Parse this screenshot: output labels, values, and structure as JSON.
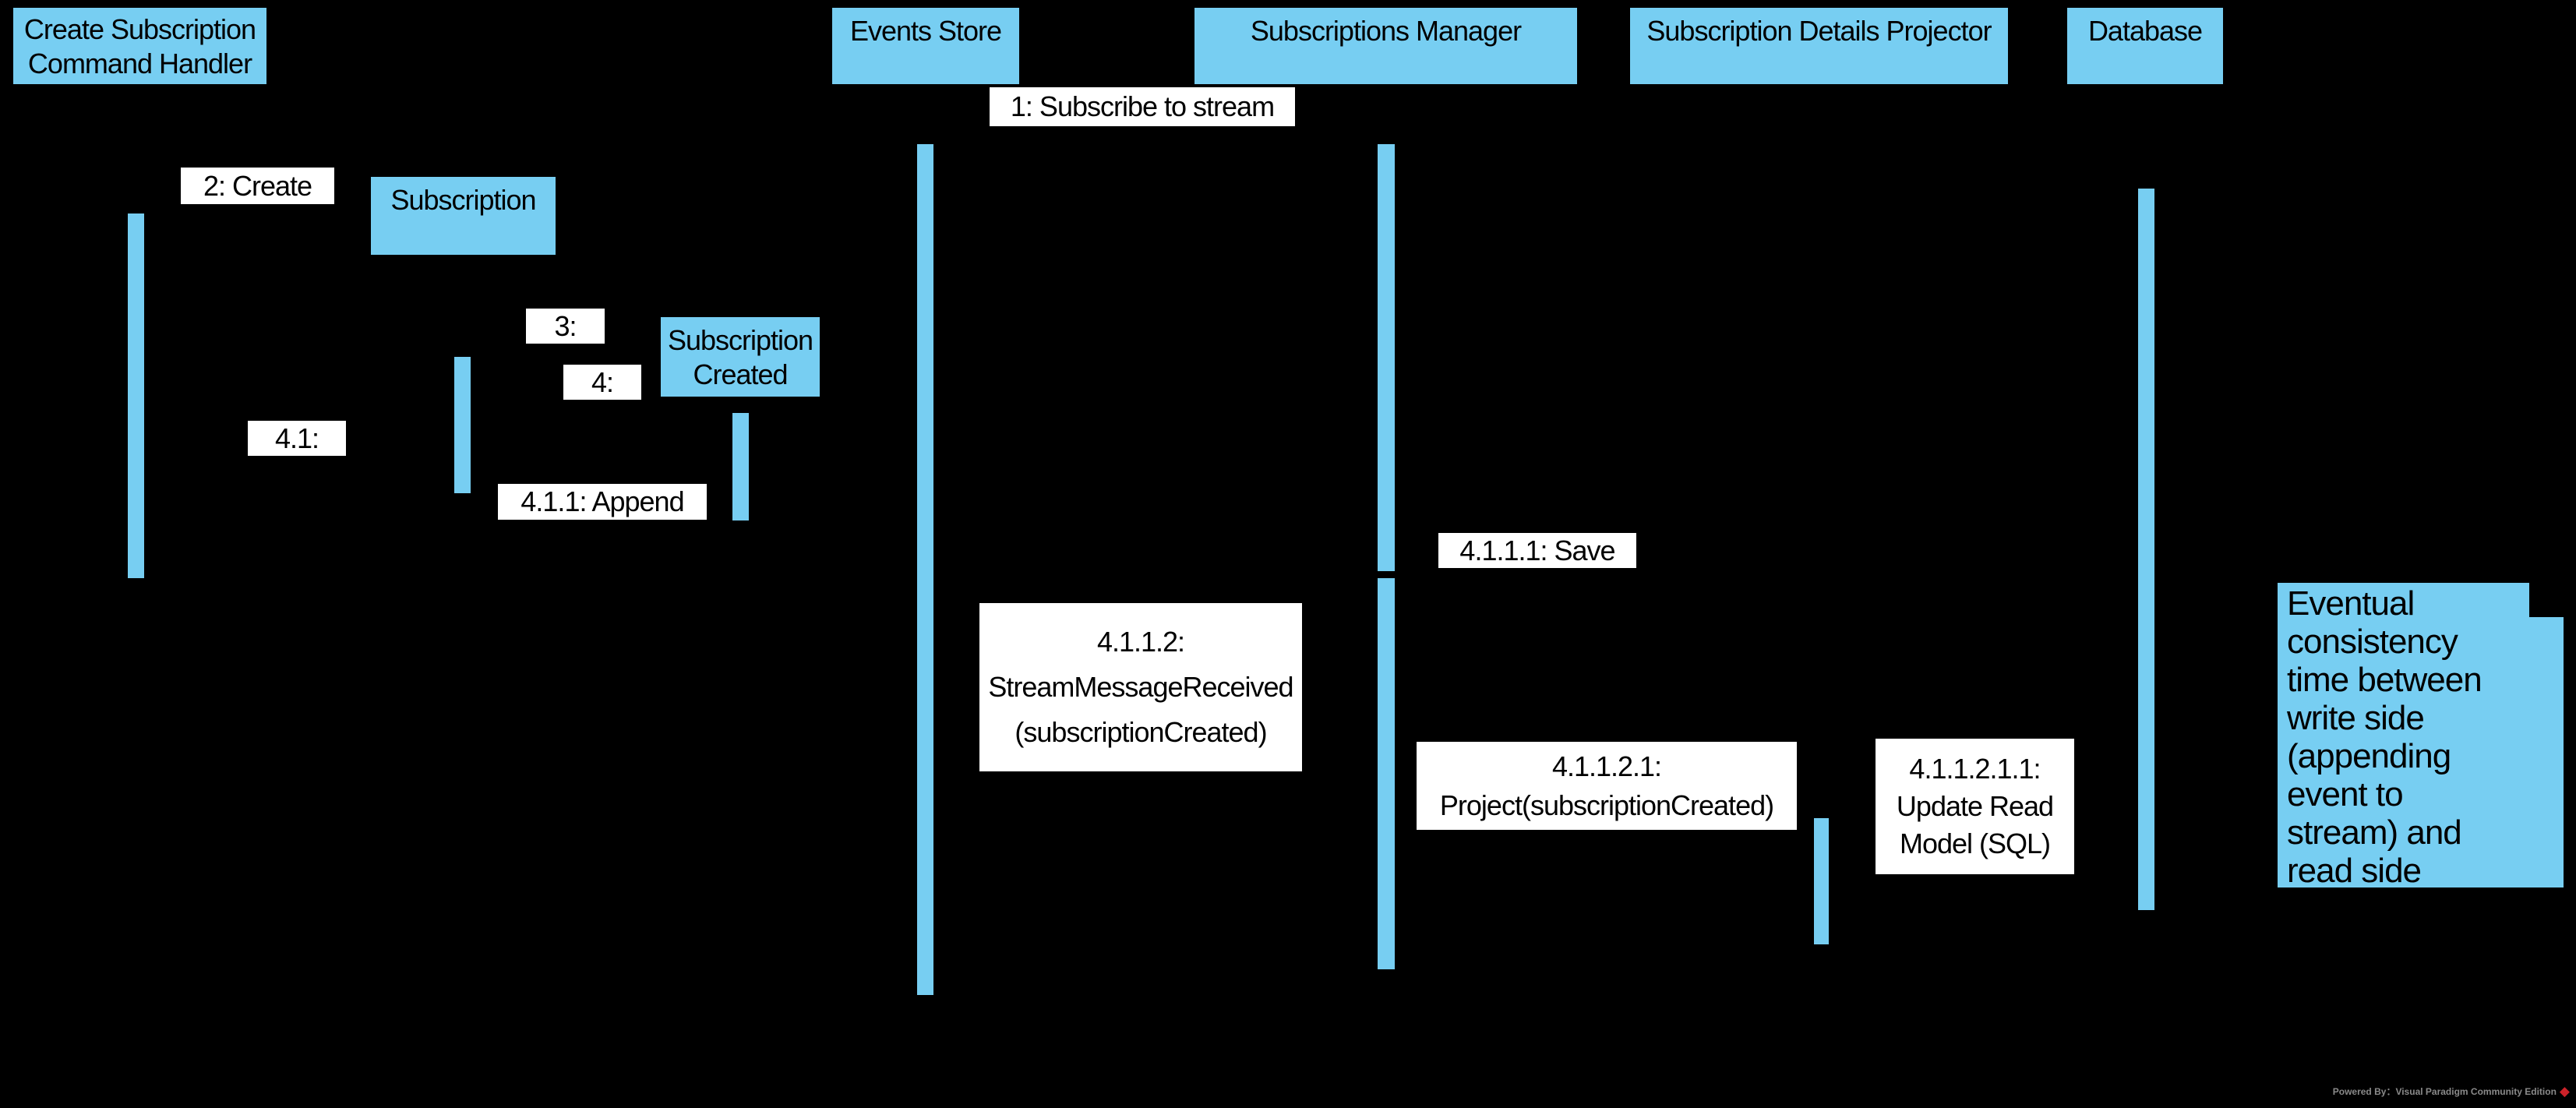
{
  "diagram": {
    "type": "uml-sequence-diagram",
    "background_color": "#000000",
    "accent_color": "#77CEF2",
    "label_background_color": "#FFFFFF",
    "text_color": "#000000",
    "participants": [
      {
        "label": "Create Subscription Command Handler"
      },
      {
        "label": "Events Store"
      },
      {
        "label": "Subscriptions Manager"
      },
      {
        "label": "Subscription Details Projector"
      },
      {
        "label": "Database"
      }
    ],
    "objects": [
      {
        "label": "Subscription"
      },
      {
        "label": "Subscription Created"
      }
    ],
    "messages": [
      {
        "label": "1: Subscribe to stream"
      },
      {
        "label": "2: Create"
      },
      {
        "label": "3:"
      },
      {
        "label": "4:"
      },
      {
        "label": "4.1:"
      },
      {
        "label": "4.1.1: Append"
      },
      {
        "label": "4.1.1.1: Save"
      },
      {
        "label": "4.1.1.2: StreamMessageReceived (subscriptionCreated)"
      },
      {
        "label": "4.1.1.2.1: Project(subscriptionCreated)"
      },
      {
        "label": "4.1.1.2.1.1: Update Read Model (SQL)"
      }
    ],
    "note": {
      "text": "Eventual consistency time between write side (appending event to stream) and read side (update read model)"
    },
    "footer": {
      "text": "Powered By：Visual Paradigm Community Edition",
      "logo": "visual-paradigm-diamond"
    }
  }
}
